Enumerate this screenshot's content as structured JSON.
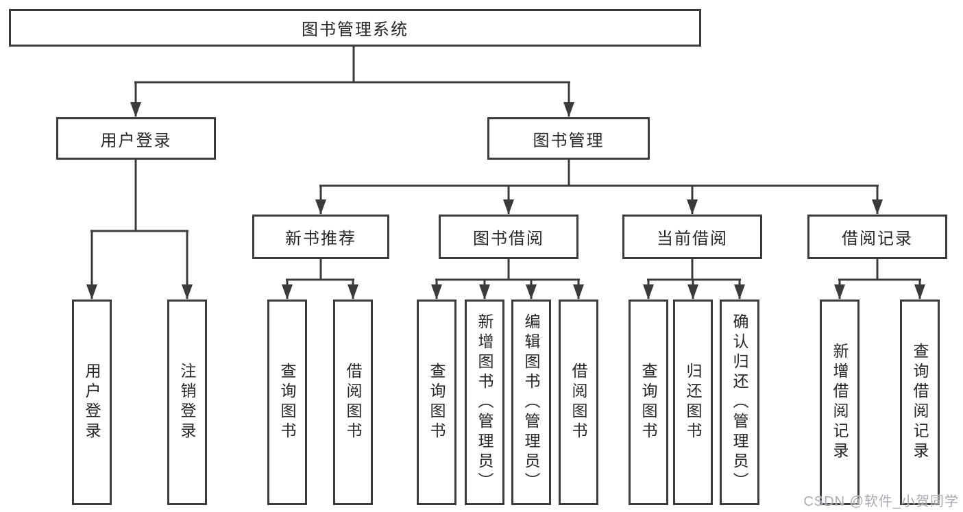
{
  "nodes": {
    "root": "图书管理系统",
    "user_login": "用户登录",
    "book_mgmt": "图书管理",
    "new_books": "新书推荐",
    "book_borrow": "图书借阅",
    "current_borrow": "当前借阅",
    "borrow_records": "借阅记录",
    "leaves": {
      "user_login": [
        "用户登录",
        "注销登录"
      ],
      "new_books": [
        "查询图书",
        "借阅图书"
      ],
      "book_borrow": [
        "查询图书",
        "新增图书（管理员）",
        "编辑图书（管理员）",
        "借阅图书"
      ],
      "current_borrow": [
        "查询图书",
        "归还图书",
        "确认归还（管理员）"
      ],
      "borrow_records": [
        "新增借阅记录",
        "查询借阅记录"
      ]
    }
  },
  "watermark": {
    "text": "CSDN @软件_小贺同学"
  },
  "colors": {
    "line": "#3b3b3b",
    "text": "#262626",
    "watermark": "#a8abb2",
    "background": "#ffffff"
  }
}
